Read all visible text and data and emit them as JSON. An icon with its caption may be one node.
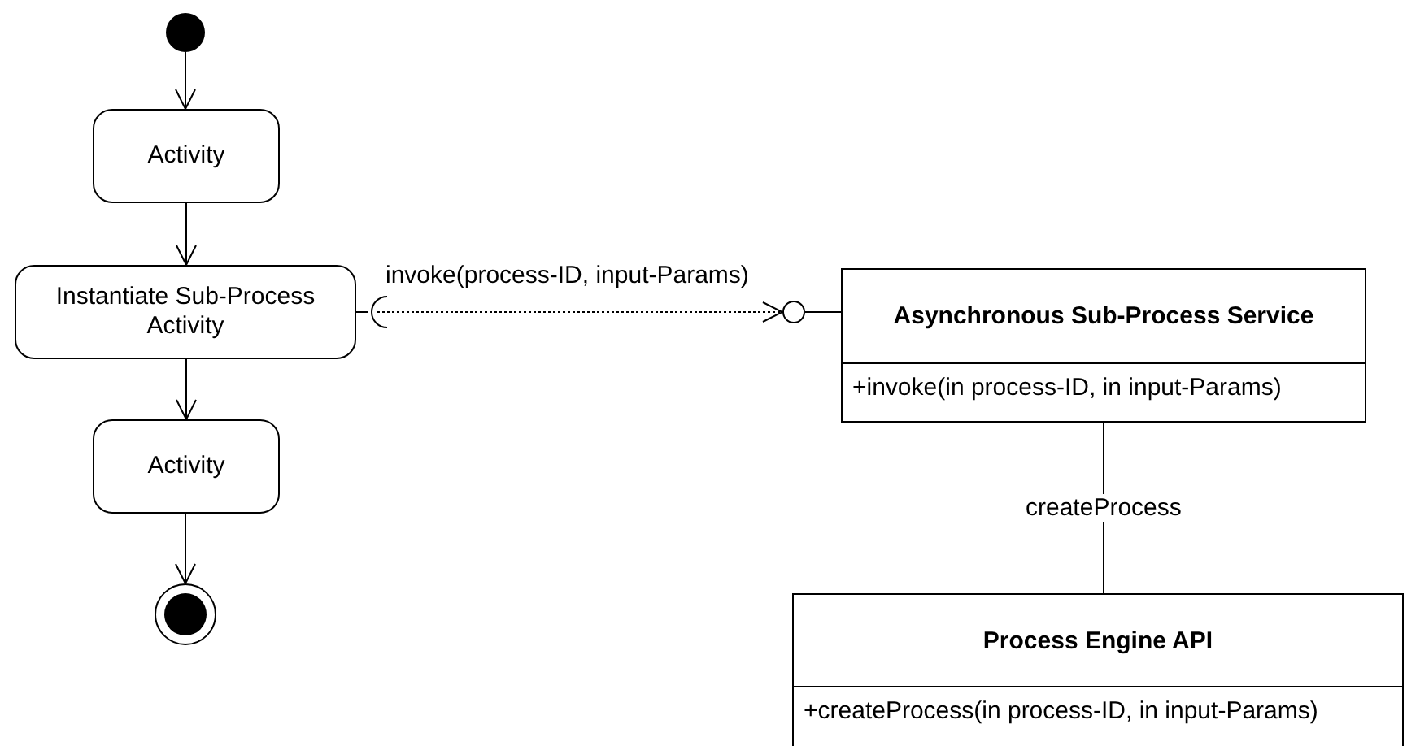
{
  "diagram": {
    "nodes": [
      {
        "text": [],
        "shape": "circle"
      },
      {
        "text": [
          "Activity"
        ]
      },
      {
        "text": [
          "Instantiate Sub-Process Activity"
        ]
      },
      {
        "text": [
          "Activity"
        ]
      },
      {
        "text": [],
        "shape": "circle"
      },
      {
        "text": [],
        "shape": "arc"
      },
      {
        "text": [],
        "shape": "circle"
      },
      {
        "text": [
          "Asynchronous Sub-Process Service",
          "+invoke(in process-ID, in input-Params)"
        ]
      },
      {
        "text": [
          "Process Engine API",
          "+createProcess(in process-ID, in input-Params)"
        ]
      }
    ],
    "edges": [
      {
        "from": 0,
        "to": 1,
        "arrow": "to"
      },
      {
        "from": 1,
        "to": 2,
        "arrow": "to"
      },
      {
        "from": 2,
        "to": 3,
        "arrow": "to"
      },
      {
        "from": 3,
        "to": 4,
        "arrow": "to"
      },
      {
        "from": 2,
        "to": 5,
        "arrow": "none"
      },
      {
        "from": 5,
        "to": 6,
        "arrow": "to",
        "style": "dashed",
        "label": "invoke(process-ID, input-Params)"
      },
      {
        "from": 6,
        "to": 7,
        "arrow": "none"
      },
      {
        "from": 7,
        "to": 8,
        "arrow": "none",
        "label": "createProcess"
      }
    ]
  }
}
